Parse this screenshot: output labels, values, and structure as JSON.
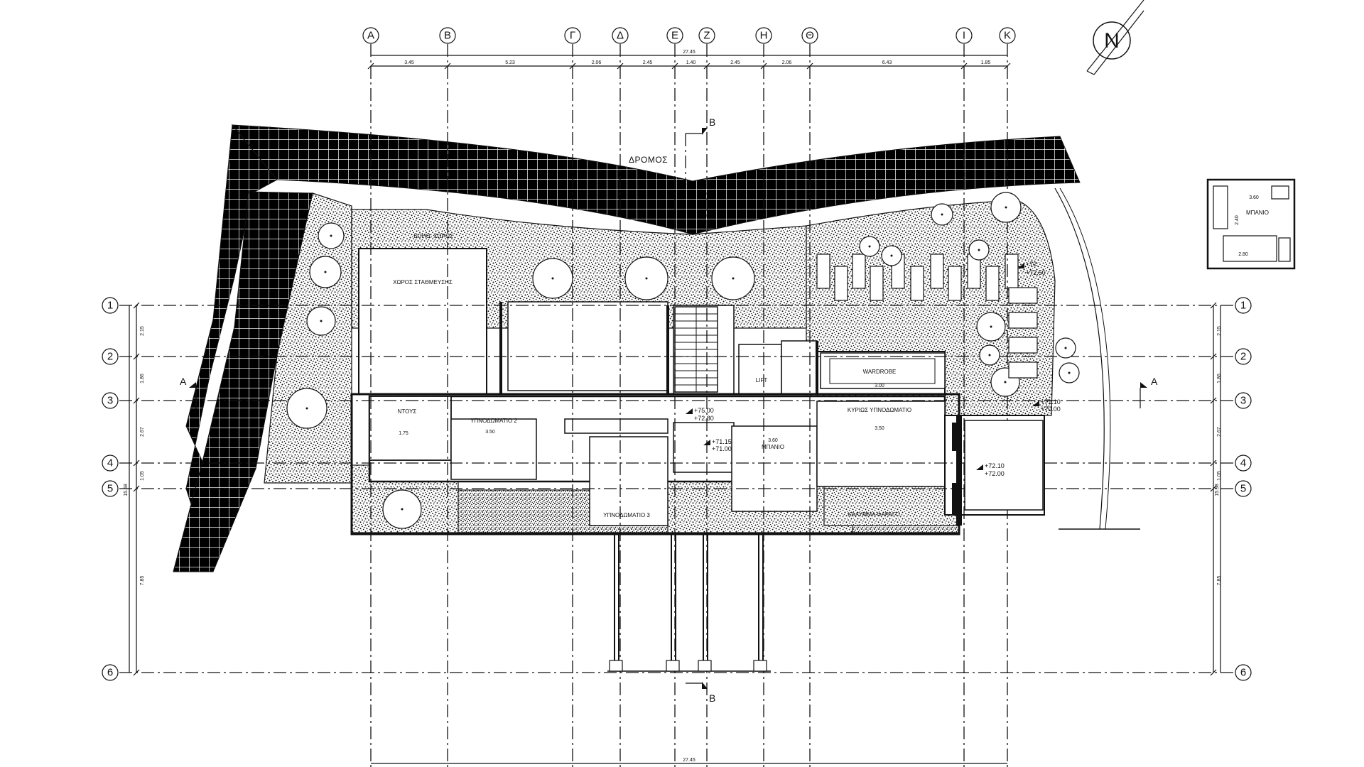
{
  "drawing": {
    "road_label": "ΔΡΟΜΟΣ",
    "north_label": "N",
    "section_markers": {
      "a": "A",
      "b": "B"
    },
    "total_width_dim": "27.45"
  },
  "grid_columns": [
    {
      "label": "A",
      "dim_after": "3.45"
    },
    {
      "label": "B",
      "dim_after": "5.23"
    },
    {
      "label": "Γ",
      "dim_after": "2.06"
    },
    {
      "label": "Δ",
      "dim_after": "2.45"
    },
    {
      "label": "E",
      "dim_after": "1.40"
    },
    {
      "label": "Z",
      "dim_after": "2.45"
    },
    {
      "label": "H",
      "dim_after": "2.06"
    },
    {
      "label": "Θ",
      "dim_after": "6.43"
    },
    {
      "label": "I",
      "dim_after": "1.85"
    },
    {
      "label": "K",
      "dim_after": ""
    }
  ],
  "grid_rows": [
    {
      "label": "1",
      "dim_after": "2.15"
    },
    {
      "label": "2",
      "dim_after": "1.86"
    },
    {
      "label": "3",
      "dim_after": "2.67"
    },
    {
      "label": "4",
      "dim_after": "1.05"
    },
    {
      "label": "5",
      "dim_after": "7.85"
    },
    {
      "label": "6",
      "dim_after": ""
    }
  ],
  "row_total_dim": "15.58",
  "rooms": {
    "storage": "ΧΩΡΟΣ ΣΤΑΘΜΕΥΣΗΣ",
    "bathroom_top": "ΒΟΗΘ. ΧΩΡΟΣ",
    "shower": "ΝΤΟΥΣ",
    "bedroom2": "ΥΠΝΟΔΩΜΑΤΙΟ 2",
    "bedroom3": "ΥΠΝΟΔΩΜΑΤΙΟ 3",
    "bathroom": "ΜΠΑΝΙΟ",
    "master_bedroom": "ΚΥΡΙΩΣ ΥΠΝΟΔΩΜΑΤΙΟ",
    "wardrobe": "WARDROBE",
    "lift": "LIFT",
    "cover": "ΚΑΛΥΜΜΑ ΦΑΡΑΓΓΙ",
    "inset_bath": "ΜΠΑΝΙΟ"
  },
  "room_dims": {
    "shower_w": "1.75",
    "bedroom2_w": "3.50",
    "master_w": "3.50",
    "bath_w": "3.60",
    "wardrobe_w": "3.00",
    "inset_w_top": "3.60",
    "inset_w_bottom": "2.80",
    "inset_h": "2.40"
  },
  "levels": {
    "main": "+75.00",
    "main_sub": "+72.80",
    "mid": "+71.15",
    "mid_sub": "+71.00",
    "right": "+71.10",
    "right_sub": "+70.00",
    "deck": "+72.10",
    "deck_sub": "+72.00",
    "top_right": "+72.",
    "top_right_sub": "+72.50"
  }
}
